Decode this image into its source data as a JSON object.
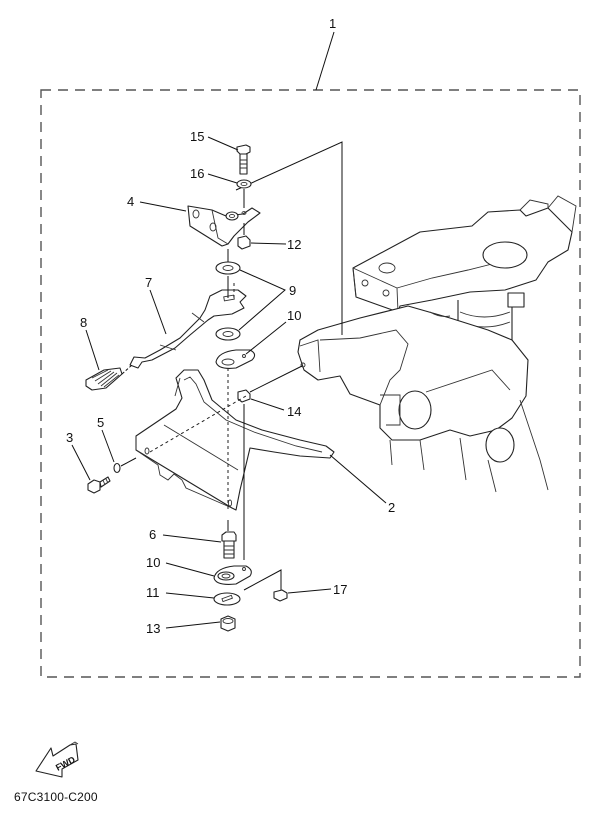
{
  "diagram": {
    "type": "exploded parts diagram",
    "assembly_label": "1",
    "part_labels": [
      {
        "id": "1",
        "part": "assembly (whole dashed group)"
      },
      {
        "id": "2",
        "part": "curved slotted bracket"
      },
      {
        "id": "3",
        "part": "screw"
      },
      {
        "id": "4",
        "part": "angle bracket"
      },
      {
        "id": "5",
        "part": "washer"
      },
      {
        "id": "6",
        "part": "bolt"
      },
      {
        "id": "7",
        "part": "lever"
      },
      {
        "id": "8",
        "part": "grip"
      },
      {
        "id": "9",
        "part": "washers"
      },
      {
        "id": "10",
        "part": "plate washer"
      },
      {
        "id": "11",
        "part": "slotted washer"
      },
      {
        "id": "12",
        "part": "nut"
      },
      {
        "id": "13",
        "part": "lock nut"
      },
      {
        "id": "14",
        "part": "nut"
      },
      {
        "id": "15",
        "part": "bolt"
      },
      {
        "id": "16",
        "part": "washer"
      },
      {
        "id": "17",
        "part": "nut"
      }
    ],
    "labels": {
      "l1": "1",
      "l2": "2",
      "l3": "3",
      "l4": "4",
      "l5": "5",
      "l6": "6",
      "l7": "7",
      "l8": "8",
      "l9": "9",
      "l10a": "10",
      "l10b": "10",
      "l11": "11",
      "l12": "12",
      "l13": "13",
      "l14": "14",
      "l15": "15",
      "l16": "16",
      "l17": "17"
    },
    "direction_badge": "FWD",
    "drawing_code": "67C3100-C200"
  }
}
